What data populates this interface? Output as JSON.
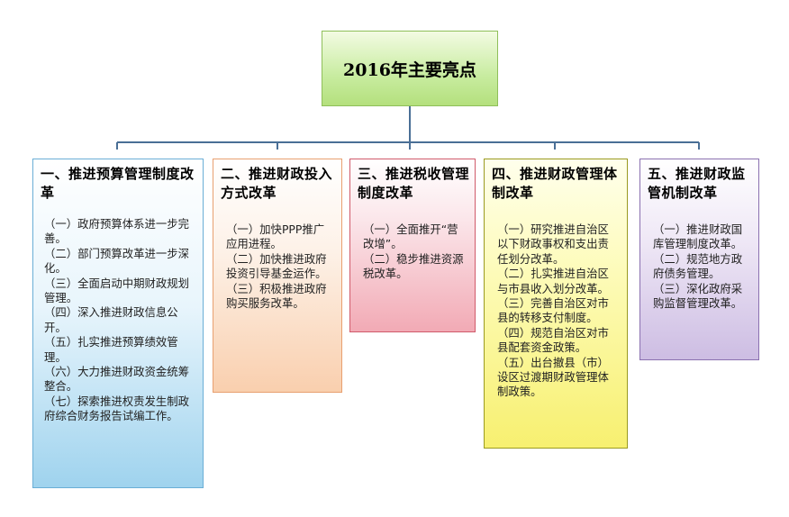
{
  "root": {
    "label": "2016年主要亮点"
  },
  "branches": [
    {
      "title": "一、推进预算管理制度改革",
      "items": [
        "（一）政府预算体系进一步完善。",
        "（二）部门预算改革进一步深化。",
        "（三）全面启动中期财政规划管理。",
        "（四）深入推进财政信息公开。",
        "（五）扎实推进预算绩效管理。",
        "（六）大力推进财政资金统筹整合。",
        "（七）探索推进权责发生制政府综合财务报告试编工作。"
      ]
    },
    {
      "title": "二、推进财政投入方式改革",
      "items": [
        "（一）加快PPP推广应用进程。",
        "（二）加快推进政府投资引导基金运作。",
        "（三）积极推进政府购买服务改革。"
      ]
    },
    {
      "title": "三、推进税收管理制度改革",
      "items": [
        "（一）全面推开“营改增”。",
        "（二）稳步推进资源税改革。"
      ]
    },
    {
      "title": "四、推进财政管理体制改革",
      "items": [
        "（一）研究推进自治区以下财政事权和支出责任划分改革。",
        "（二）扎实推进自治区与市县收入划分改革。",
        "（三）完善自治区对市县的转移支付制度。",
        "（四）规范自治区对市县配套资金政策。",
        "（五）出台撤县（市）设区过渡期财政管理体制政策。"
      ]
    },
    {
      "title": "五、推进财政监管机制改革",
      "items": [
        "（一）推进财政国库管理制度改革。",
        "（二）规范地方政府债务管理。",
        "（三）深化政府采购监督管理改革。"
      ]
    }
  ],
  "colors": {
    "connector": "#4a6f96"
  }
}
